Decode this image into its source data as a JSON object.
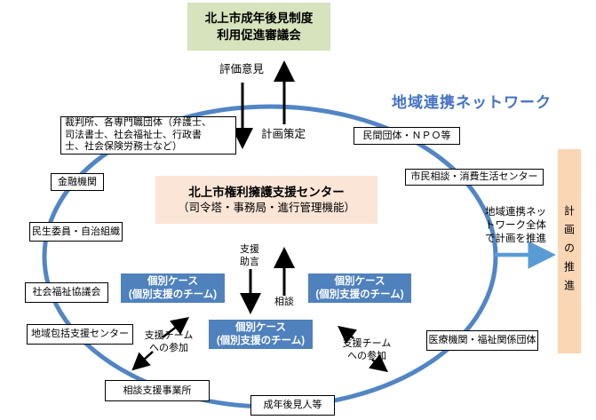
{
  "diagram": {
    "title": "地域連携ネットワーク",
    "council_box": "北上市成年後見制度\n利用促進審議会",
    "center_box": {
      "title": "北上市権利擁護支援センター",
      "subtitle": "（司令塔・事務局・進行管理機能）"
    },
    "flows": {
      "evaluation": "評価意見",
      "plan": "計画策定",
      "support_advice": "支援\n助言",
      "consult": "相談",
      "join_left": "支援チーム\nへの参加",
      "join_right": "支援チーム\nへの参加",
      "promote": "地域連携ネッ\nトワーク全体\nで計画を推進"
    },
    "case_boxes": [
      "個別ケース\n(個別支援のチーム)",
      "個別ケース\n(個別支援のチーム)",
      "個別ケース\n(個別支援のチーム)"
    ],
    "members": [
      {
        "label": "裁判所、各専門職団体（弁護士、\n司法書士、社会福祉士、行政書\n士、社会保険労務士など）"
      },
      {
        "label": "民間団体・ＮＰＯ等"
      },
      {
        "label": "市民相談・消費生活センター"
      },
      {
        "label": "金融機関"
      },
      {
        "label": "民生委員・自治組織"
      },
      {
        "label": "社会福祉協議会"
      },
      {
        "label": "地域包括支援センター"
      },
      {
        "label": "相談支援事業所"
      },
      {
        "label": "成年後見人等"
      },
      {
        "label": "医療機関・福祉関係団体"
      }
    ],
    "side_bar": "計画の推進",
    "colors": {
      "council_green": "#d6e3bc",
      "center_peach": "#fbe5d6",
      "sidebar_orange": "#fbd6b4",
      "case_blue": "#4f81bd",
      "ellipse_blue": "#5185c5",
      "title_blue": "#4472c4",
      "arrow_black": "#000000",
      "arrow_blue": "#5b9bd5"
    }
  }
}
